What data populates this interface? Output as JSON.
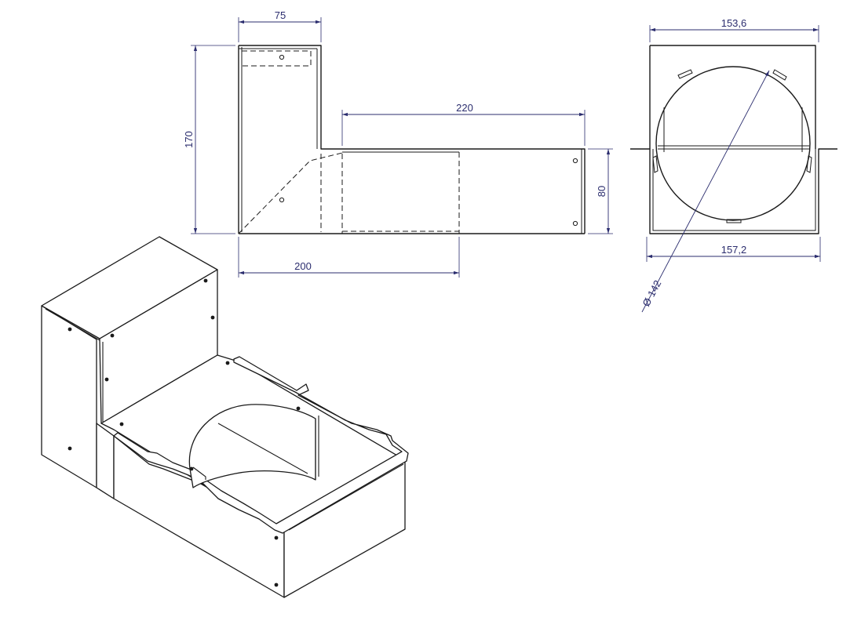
{
  "dimensions": {
    "side_width": "75",
    "side_height": "170",
    "duct_length": "220",
    "duct_height": "80",
    "base_length": "200",
    "front_top_width": "153,6",
    "front_bottom_width": "157,2",
    "diameter": "142",
    "diameter_symbol": "Ø"
  },
  "colors": {
    "dimension_lines": "#2b2d6e",
    "object_lines": "#1a1a1a",
    "background": "#ffffff"
  }
}
